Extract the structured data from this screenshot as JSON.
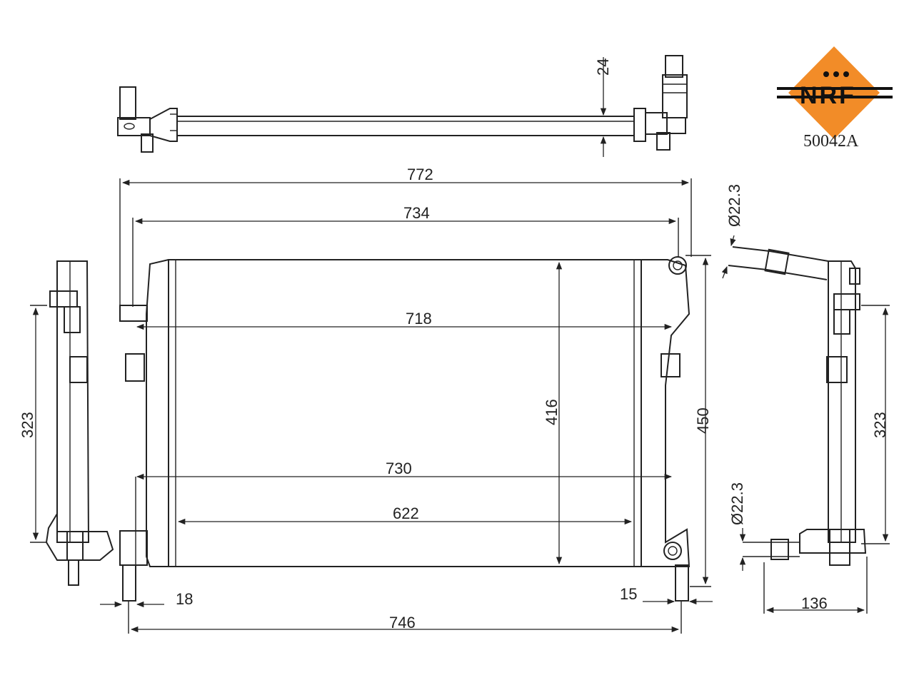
{
  "brand": {
    "logo_text": "NRF",
    "logo_color": "#F28C28",
    "part_number": "50042A"
  },
  "dimensions": {
    "top_view_depth": "24",
    "overall_width": "772",
    "inlet_spacing": "734",
    "core_width_top": "718",
    "bracket_spacing": "730",
    "core_width": "622",
    "core_height": "416",
    "overall_height": "450",
    "left_offset": "18",
    "right_offset": "15",
    "pin_spacing": "746",
    "tank_height_left": "323",
    "tank_height_right": "323",
    "pipe_diameter_upper": "Ø22.3",
    "pipe_diameter_lower": "Ø22.3",
    "overall_depth": "136"
  },
  "colors": {
    "line": "#222222",
    "background": "#ffffff"
  }
}
